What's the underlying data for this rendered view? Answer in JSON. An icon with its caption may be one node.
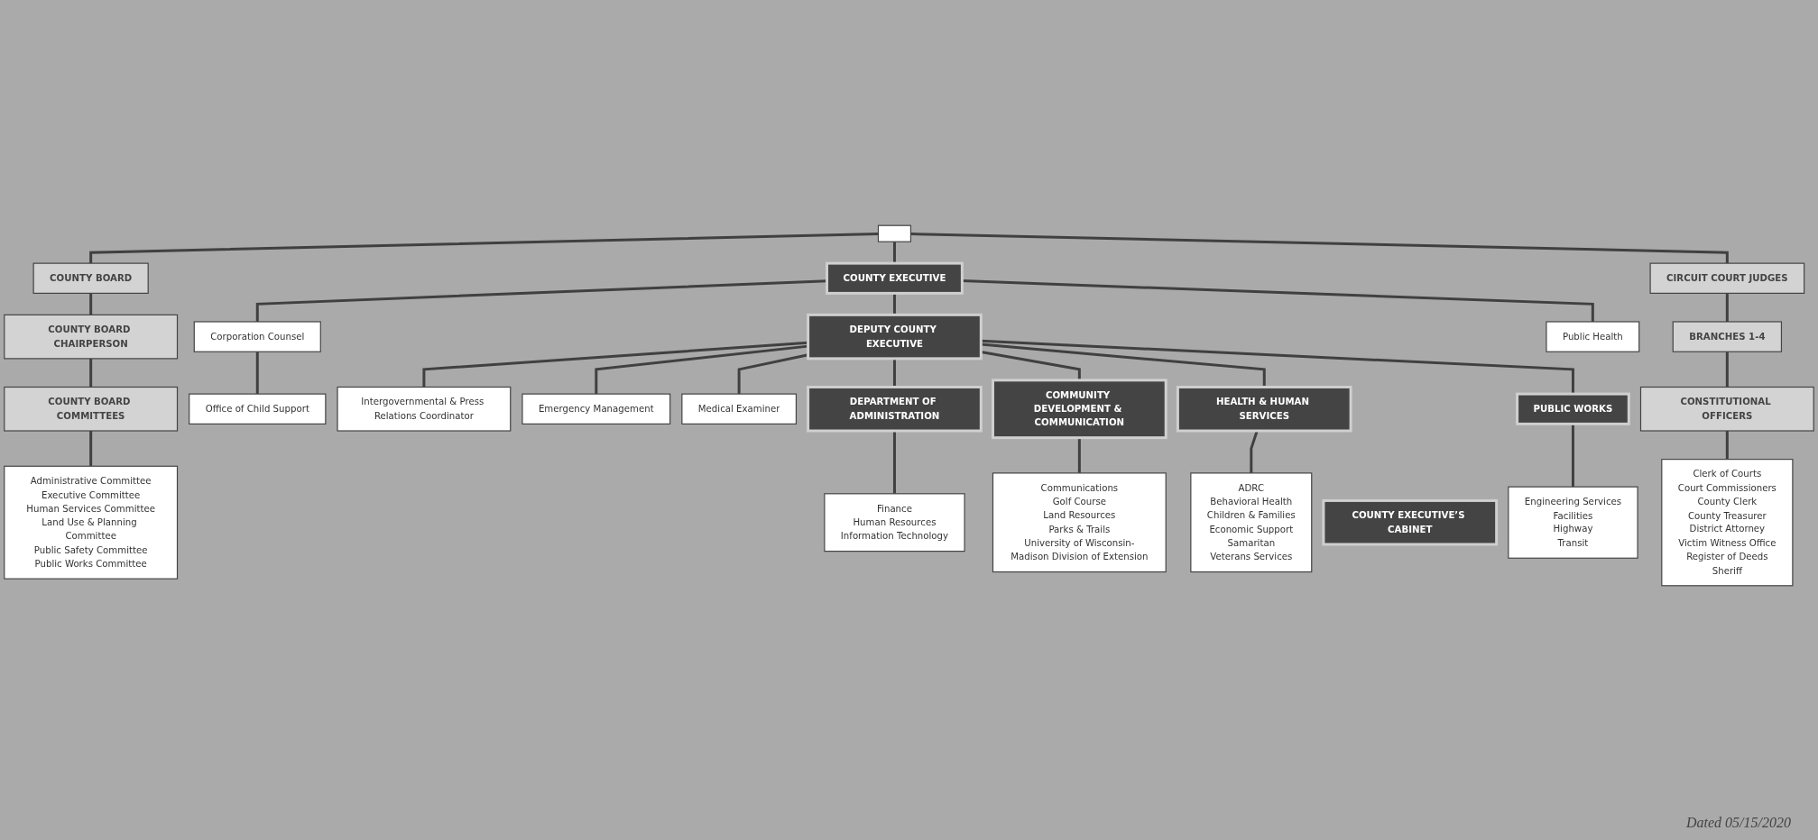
{
  "diagram": {
    "nodes": [
      {
        "text": [],
        "shape": "box"
      },
      {
        "text": [
          "COUNTY BOARD"
        ]
      },
      {
        "text": [
          "COUNTY EXECUTIVE"
        ]
      },
      {
        "text": [
          "CIRCUIT COURT JUDGES"
        ]
      },
      {
        "text": [
          "COUNTY BOARD CHAIRPERSON"
        ]
      },
      {
        "text": [
          "COUNTY BOARD COMMITTEES"
        ]
      },
      {
        "text": [
          "Administrative Committee",
          "Executive Committee",
          "Human Services Committee",
          "Land Use & Planning Committee",
          "Public Safety Committee",
          "Public Works Committee"
        ]
      },
      {
        "text": [
          "Corporation Counsel"
        ]
      },
      {
        "text": [
          "Office of Child Support"
        ]
      },
      {
        "text": [
          "DEPUTY COUNTY EXECUTIVE"
        ]
      },
      {
        "text": [
          "Public Health"
        ]
      },
      {
        "text": [
          "Intergovernmental & Press Relations Coordinator"
        ]
      },
      {
        "text": [
          "Emergency Management"
        ]
      },
      {
        "text": [
          "Medical Examiner"
        ]
      },
      {
        "text": [
          "DEPARTMENT OF ADMINISTRATION"
        ]
      },
      {
        "text": [
          "COMMUNITY DEVELOPMENT & COMMUNICATION"
        ]
      },
      {
        "text": [
          "HEALTH & HUMAN SERVICES"
        ]
      },
      {
        "text": [
          "PUBLIC WORKS"
        ]
      },
      {
        "text": [
          "Finance",
          "Human Resources",
          "Information Technology"
        ]
      },
      {
        "text": [
          "Communications",
          "Golf Course",
          "Land Resources",
          "Parks & Trails",
          "University of Wisconsin-Madison Division of Extension"
        ]
      },
      {
        "text": [
          "ADRC",
          "Behavioral Health",
          "Children & Families",
          "Economic Support",
          "Samaritan",
          "Veterans Services"
        ]
      },
      {
        "text": [
          "Engineering Services",
          "Facilities",
          "Highway",
          "Transit"
        ]
      },
      {
        "text": [
          "COUNTY EXECUTIVE’S CABINET"
        ]
      },
      {
        "text": [
          "BRANCHES 1-4"
        ]
      },
      {
        "text": [
          "CONSTITUTIONAL OFFICERS"
        ]
      },
      {
        "text": [
          "Clerk of Courts",
          "Court Commissioners",
          "County Clerk",
          "County Treasurer",
          "District Attorney",
          "Victim Witness Office",
          "Register of Deeds",
          "Sheriff"
        ]
      }
    ],
    "edges": [
      {
        "from": 0,
        "to": 1,
        "arrow": "none"
      },
      {
        "from": 0,
        "to": 2,
        "arrow": "none"
      },
      {
        "from": 0,
        "to": 3,
        "arrow": "none"
      },
      {
        "from": 1,
        "to": 4,
        "arrow": "none"
      },
      {
        "from": 4,
        "to": 5,
        "arrow": "none"
      },
      {
        "from": 5,
        "to": 6,
        "arrow": "none"
      },
      {
        "from": 2,
        "to": 7,
        "arrow": "none"
      },
      {
        "from": 7,
        "to": 8,
        "arrow": "none"
      },
      {
        "from": 2,
        "to": 9,
        "arrow": "none"
      },
      {
        "from": 2,
        "to": 10,
        "arrow": "none"
      },
      {
        "from": 9,
        "to": 11,
        "arrow": "none"
      },
      {
        "from": 9,
        "to": 12,
        "arrow": "none"
      },
      {
        "from": 9,
        "to": 13,
        "arrow": "none"
      },
      {
        "from": 9,
        "to": 14,
        "arrow": "none"
      },
      {
        "from": 9,
        "to": 15,
        "arrow": "none"
      },
      {
        "from": 9,
        "to": 16,
        "arrow": "none"
      },
      {
        "from": 9,
        "to": 17,
        "arrow": "none"
      },
      {
        "from": 14,
        "to": 18,
        "arrow": "none"
      },
      {
        "from": 15,
        "to": 19,
        "arrow": "none"
      },
      {
        "from": 16,
        "to": 20,
        "arrow": "none"
      },
      {
        "from": 17,
        "to": 21,
        "arrow": "none"
      },
      {
        "from": 3,
        "to": 23,
        "arrow": "none"
      },
      {
        "from": 23,
        "to": 24,
        "arrow": "none"
      },
      {
        "from": 24,
        "to": 25,
        "arrow": "none"
      }
    ],
    "labels": [
      "Dated 05/15/2020"
    ]
  }
}
